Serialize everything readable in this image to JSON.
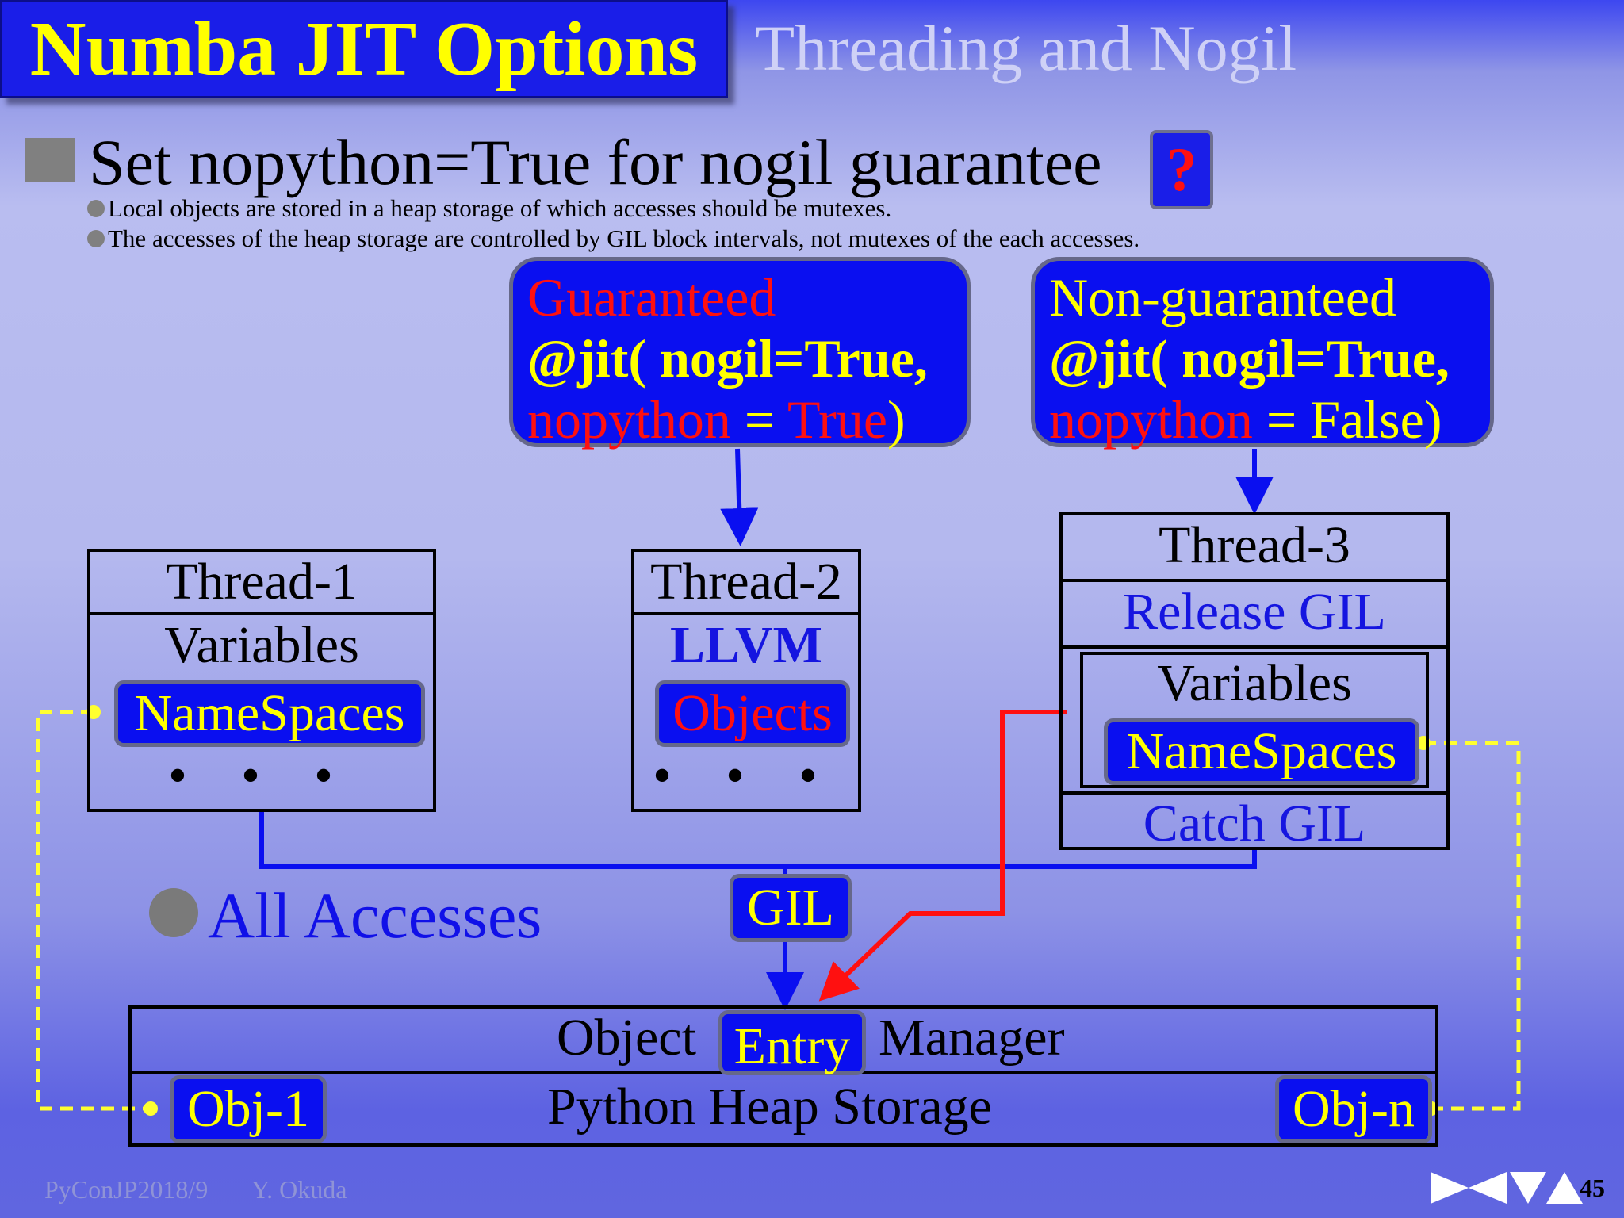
{
  "slide": {
    "title": "Numba JIT Options",
    "subtitle": "Threading and Nogil",
    "main_bullet": "Set nopython=True for nogil guarantee",
    "help_mark": "?",
    "sub_bullets": [
      "Local objects are stored in a heap storage of which accesses should be mutexes.",
      "The accesses of the heap storage are controlled by GIL block intervals, not mutexes of the each accesses."
    ]
  },
  "callouts": {
    "guaranteed": {
      "heading": "Guaranteed",
      "line2": "@jit( nogil=True,",
      "kw": "nopython",
      "eq": " = ",
      "val": "True",
      "close": ")"
    },
    "non_guaranteed": {
      "heading": "Non-guaranteed",
      "line2": "@jit( nogil=True,",
      "kw": "nopython",
      "eq": " = ",
      "val": "False",
      "close": ")"
    }
  },
  "threads": {
    "thread1": {
      "name": "Thread-1",
      "section": "Variables",
      "item": "NameSpaces",
      "more": "• • •"
    },
    "thread2": {
      "name": "Thread-2",
      "section": "LLVM",
      "item": "Objects",
      "more": "• • •"
    },
    "thread3": {
      "name": "Thread-3",
      "release": "Release GIL",
      "section": "Variables",
      "item": "NameSpaces",
      "catch": "Catch GIL"
    }
  },
  "all_accesses": "All Accesses",
  "gil_label": "GIL",
  "heap": {
    "manager_left": "Object",
    "entry": "Entry",
    "manager_right": "Manager",
    "storage": "Python Heap Storage",
    "obj_first": "Obj-1",
    "obj_last": "Obj-n"
  },
  "footer": {
    "event": "PyConJP2018/9",
    "author": "Y. Okuda",
    "page": "45"
  },
  "colors": {
    "title_bg": "#1a1ee8",
    "title_text": "#ffff00",
    "callout_bg": "#0a0ff0",
    "keyword_red": "#ff1010",
    "link_blue": "#1515e0",
    "dashed_yellow": "#ffff30"
  },
  "icons": [
    "square-bullet-icon",
    "circle-bullet-icon",
    "nav-first-icon",
    "nav-prev-icon",
    "nav-down-icon",
    "nav-up-icon"
  ]
}
